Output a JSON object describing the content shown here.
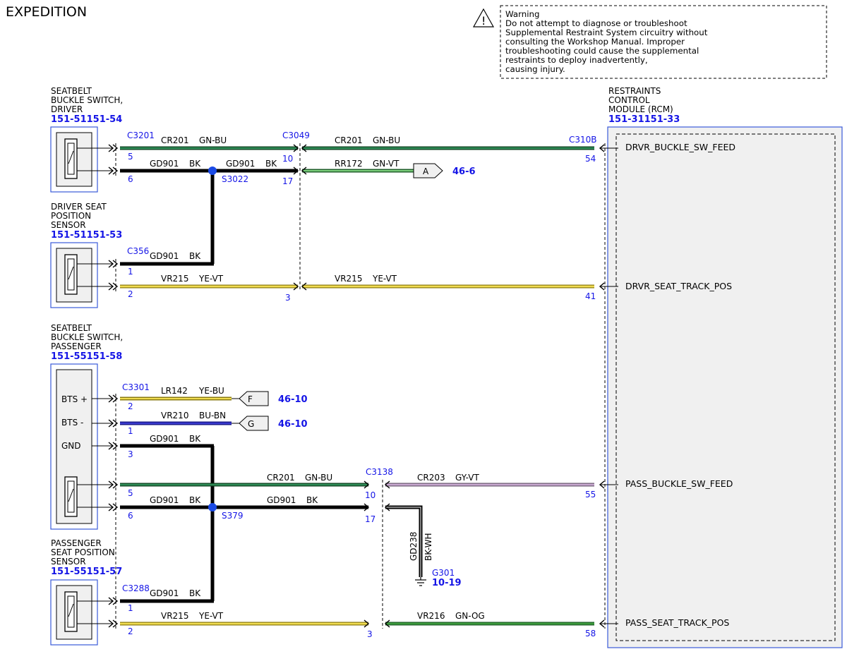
{
  "title": "EXPEDITION",
  "warning": {
    "lines": [
      "Warning",
      "Do not attempt to diagnose or troubleshoot",
      "Supplemental Restraint System circuitry without",
      "consulting the Workshop Manual. Improper",
      "troubleshooting could cause the supplemental",
      "restraints to deploy inadvertently,",
      "causing injury."
    ]
  },
  "components": {
    "driver_buckle": {
      "lines": [
        "SEATBELT",
        "BUCKLE SWITCH,",
        "DRIVER"
      ],
      "ref": "151-51151-54"
    },
    "driver_seat_sensor": {
      "lines": [
        "DRIVER SEAT",
        "POSITION",
        "SENSOR"
      ],
      "ref": "151-51151-53"
    },
    "pass_buckle": {
      "lines": [
        "SEATBELT",
        "BUCKLE SWITCH,",
        "PASSENGER"
      ],
      "ref": "151-55151-58",
      "pins": [
        "BTS +",
        "BTS -",
        "GND"
      ]
    },
    "pass_seat_sensor": {
      "lines": [
        "PASSENGER",
        "SEAT POSITION",
        "SENSOR"
      ],
      "ref": "151-55151-57"
    },
    "rcm": {
      "lines": [
        "RESTRAINTS",
        "CONTROL",
        "MODULE (RCM)"
      ],
      "ref": "151-31151-33",
      "signals": [
        "DRVR_BUCKLE_SW_FEED",
        "DRVR_SEAT_TRACK_POS",
        "PASS_BUCKLE_SW_FEED",
        "PASS_SEAT_TRACK_POS"
      ]
    }
  },
  "connectors": {
    "c3201": "C3201",
    "c3049": "C3049",
    "c310b": "C310B",
    "c356": "C356",
    "c3301": "C3301",
    "c3138": "C3138",
    "c3288": "C3288"
  },
  "splices": {
    "s3022": "S3022",
    "s379": "S379"
  },
  "ground": {
    "id": "G301",
    "ref": "10-19"
  },
  "pins": {
    "p5a": "5",
    "p6a": "6",
    "p10a": "10",
    "p17a": "17",
    "p54": "54",
    "p1b": "1",
    "p2b": "2",
    "p3b": "3",
    "p41": "41",
    "p2c": "2",
    "p1c": "1",
    "p3c": "3",
    "p5c": "5",
    "p6c": "6",
    "p10c": "10",
    "p17c": "17",
    "p55": "55",
    "p1d": "1",
    "p2d": "2",
    "p3d": "3",
    "p58": "58"
  },
  "wires": {
    "w1": {
      "circuit": "CR201",
      "color": "GN-BU"
    },
    "w2": {
      "circuit": "CR201",
      "color": "GN-BU"
    },
    "w3": {
      "circuit": "GD901",
      "color": "BK"
    },
    "w4": {
      "circuit": "GD901",
      "color": "BK"
    },
    "w5": {
      "circuit": "RR172",
      "color": "GN-VT"
    },
    "w6": {
      "circuit": "GD901",
      "color": "BK"
    },
    "w7": {
      "circuit": "VR215",
      "color": "YE-VT"
    },
    "w8": {
      "circuit": "VR215",
      "color": "YE-VT"
    },
    "w9": {
      "circuit": "LR142",
      "color": "YE-BU"
    },
    "w10": {
      "circuit": "VR210",
      "color": "BU-BN"
    },
    "w11": {
      "circuit": "GD901",
      "color": "BK"
    },
    "w12": {
      "circuit": "CR201",
      "color": "GN-BU"
    },
    "w13": {
      "circuit": "CR203",
      "color": "GY-VT"
    },
    "w14": {
      "circuit": "GD901",
      "color": "BK"
    },
    "w15": {
      "circuit": "GD901",
      "color": "BK"
    },
    "w16": {
      "circuit": "GD238",
      "color": "BK-WH"
    },
    "w17": {
      "circuit": "GD901",
      "color": "BK"
    },
    "w18": {
      "circuit": "VR215",
      "color": "YE-VT"
    },
    "w19": {
      "circuit": "VR216",
      "color": "GN-OG"
    }
  },
  "offpage": {
    "a": {
      "letter": "A",
      "ref": "46-6"
    },
    "f": {
      "letter": "F",
      "ref": "46-10"
    },
    "g": {
      "letter": "G",
      "ref": "46-10"
    }
  },
  "colors": {
    "green": "#1f7a3a",
    "green_light": "#8fd18f",
    "black": "#000000",
    "yellow": "#e8d23c",
    "blue_wire": "#2a2ab8",
    "violet": "#b090b8",
    "label_blue": "#1515e6",
    "box_blue": "#3a5ad8",
    "rcm_fill": "#f0f0f0"
  }
}
